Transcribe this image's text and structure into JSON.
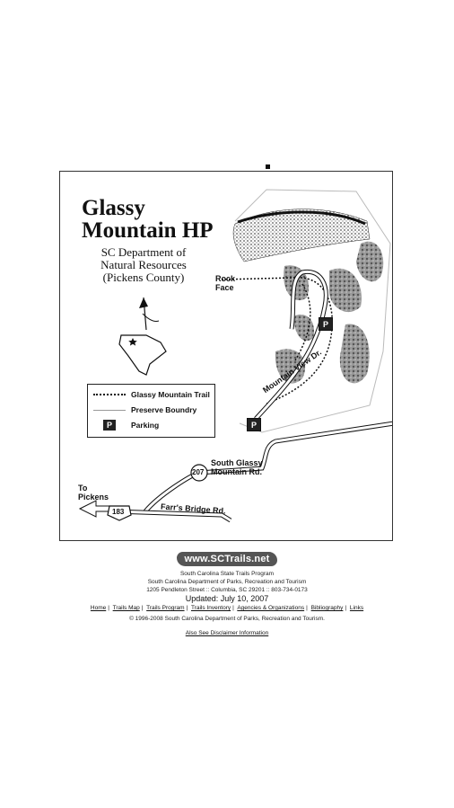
{
  "map": {
    "title_line1": "Glassy",
    "title_line2": "Mountain HP",
    "subtitle_line1": "SC Department of",
    "subtitle_line2": "Natural Resources",
    "subtitle_line3": "(Pickens County)",
    "labels": {
      "rock_face_1": "Rock",
      "rock_face_2": "Face",
      "mountain_view": "Mountain View Dr.",
      "south_glassy_1": "South Glassy",
      "south_glassy_2": "Mountain Rd.",
      "route_207": "207",
      "to_pickens_1": "To",
      "to_pickens_2": "Pickens",
      "route_183": "183",
      "farrs_bridge": "Farr's Bridge Rd."
    },
    "parking_symbol": "P",
    "legend": [
      {
        "symbol": "dotted-line",
        "label": "Glassy Mountain Trail"
      },
      {
        "symbol": "thin-line",
        "label": "Preserve Boundry"
      },
      {
        "symbol": "parking",
        "label": "Parking"
      }
    ]
  },
  "footer": {
    "logo": "www.SCTrails.net",
    "line1": "South Carolina State Trails Program",
    "line2": "South Carolina Department of Parks, Recreation and Tourism",
    "line3": "1205 Pendleton Street :: Columbia, SC 29201 :: 803-734-0173",
    "updated": "Updated: July 10, 2007",
    "links": [
      "Home",
      "Trails Map",
      "Trails Program",
      "Trails Inventory",
      "Agencies & Organizations",
      "Bibliography",
      "Links"
    ],
    "copyright": "© 1996-2008  South Carolina Department of Parks, Recreation and Tourism.",
    "disclaimer": "Also See Disclaimer Information"
  }
}
